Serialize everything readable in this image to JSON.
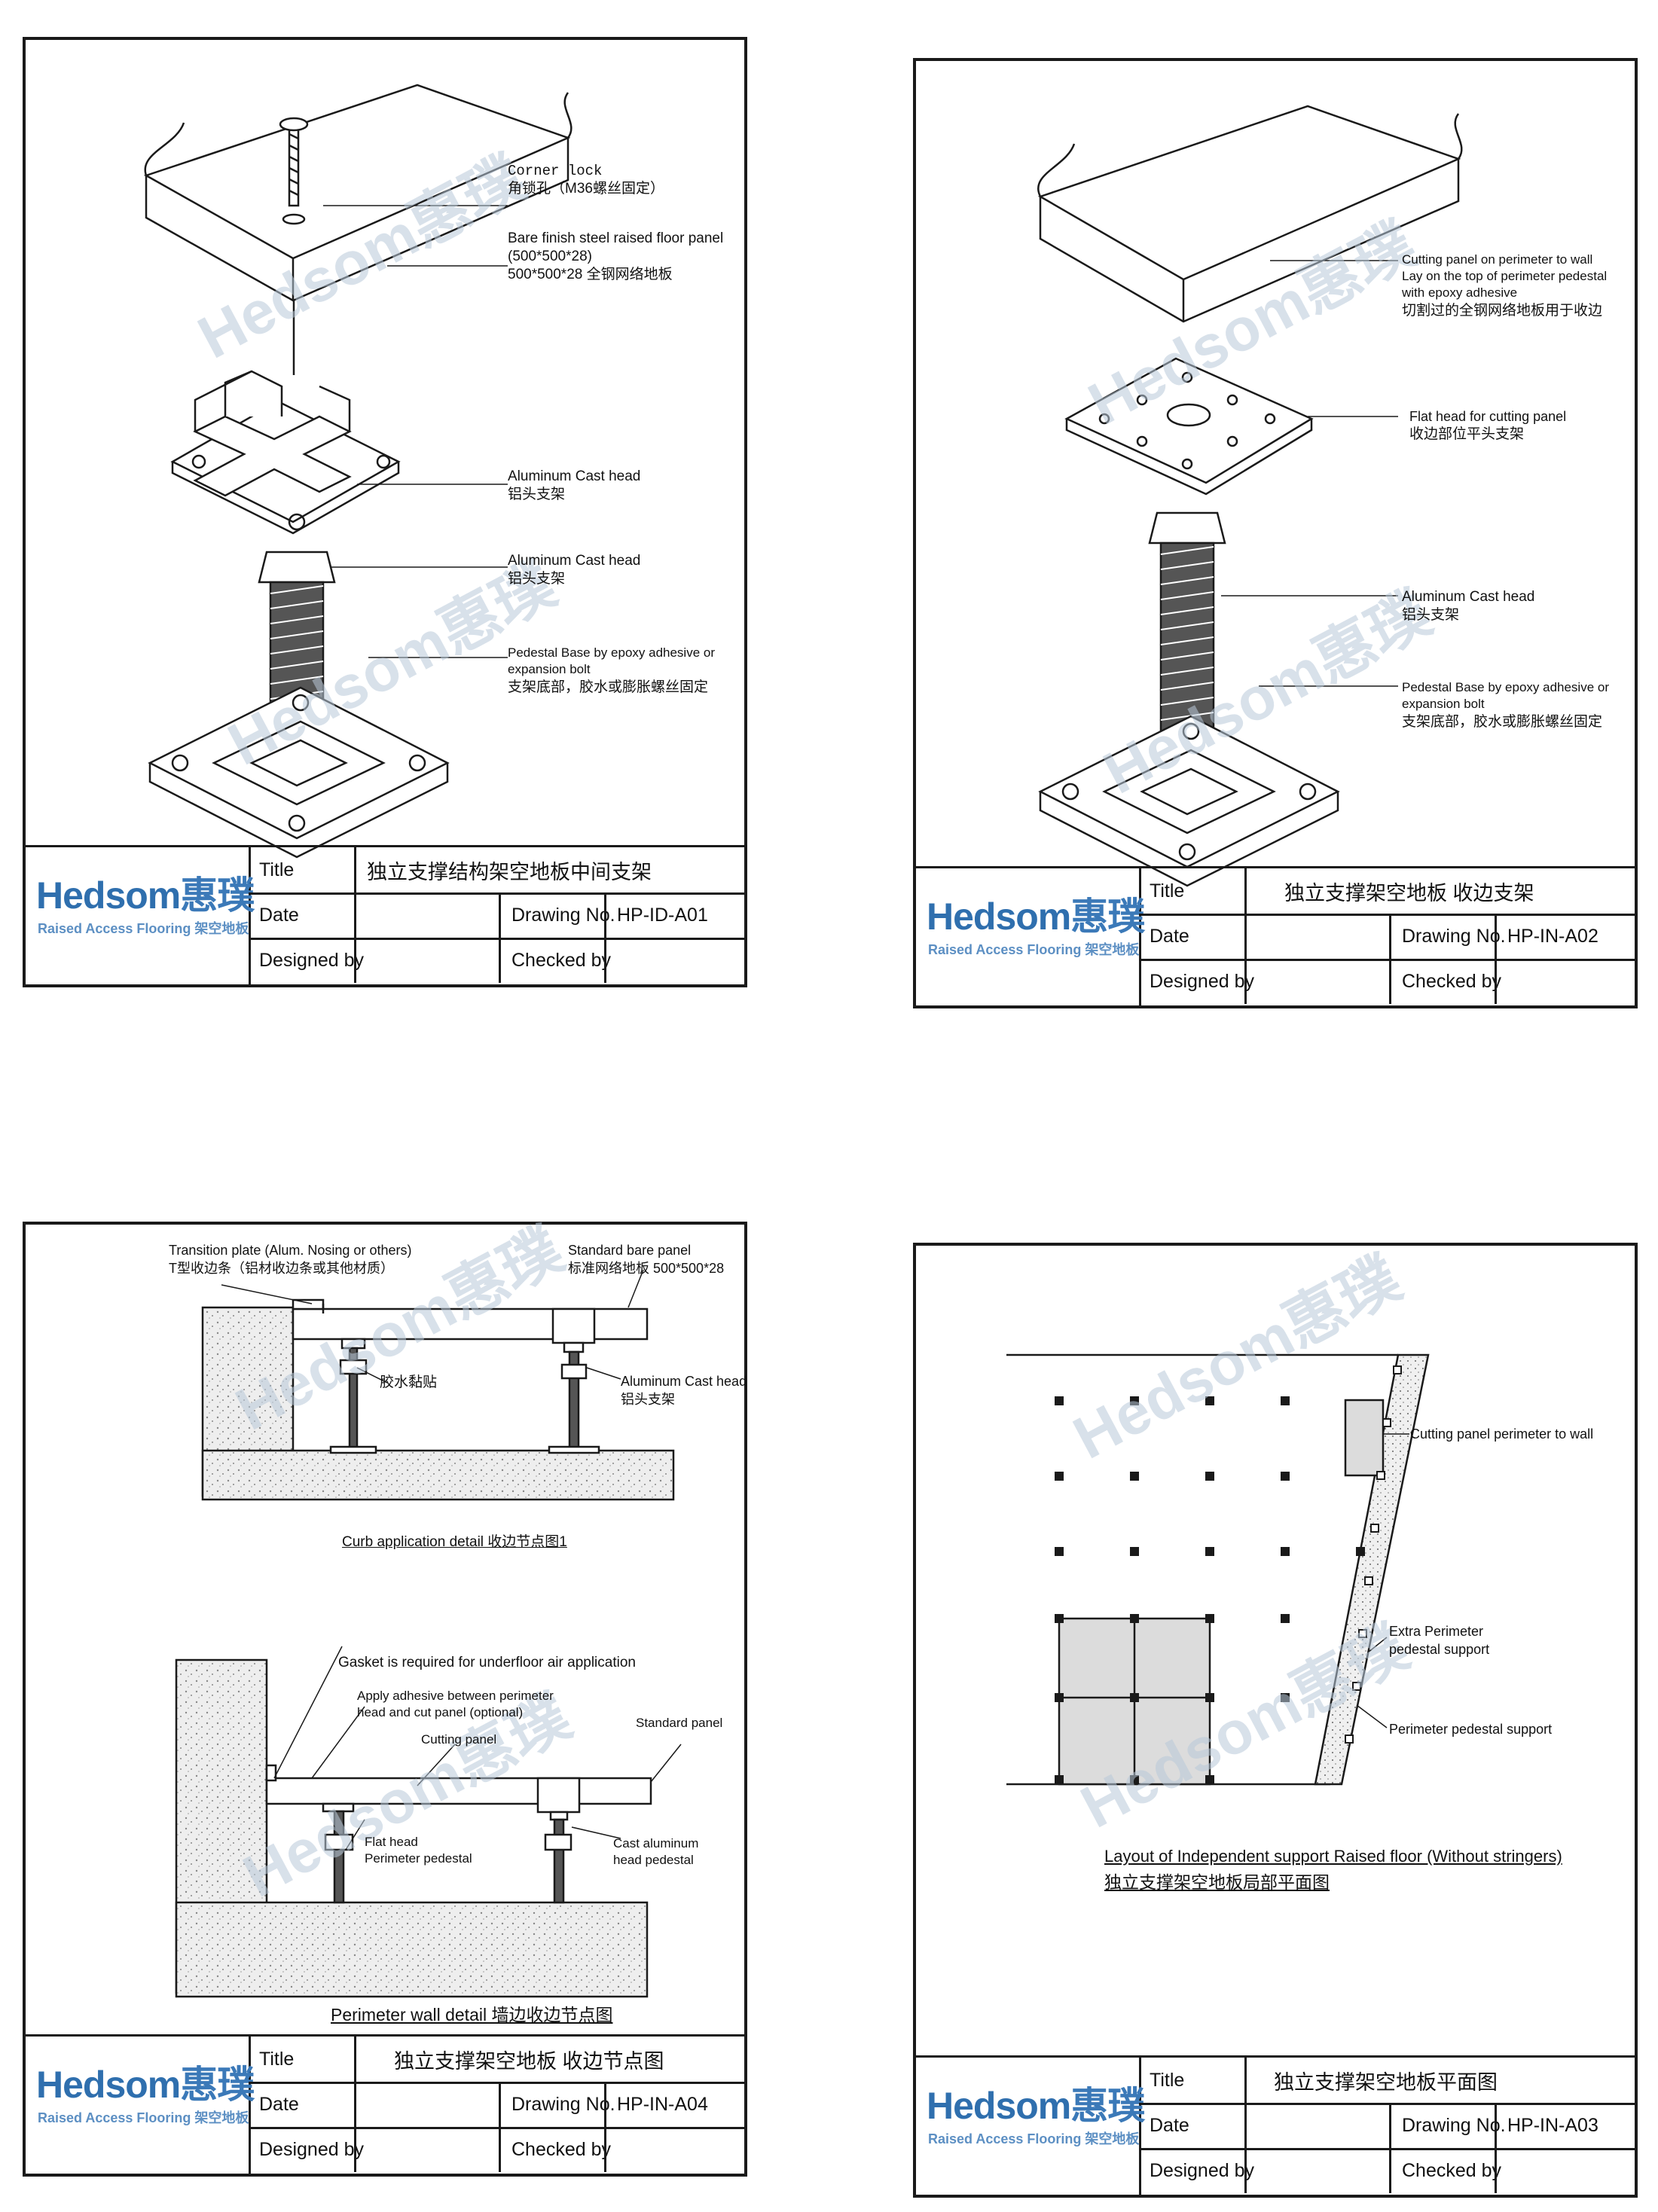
{
  "brand": {
    "name_latin": "Hedsom",
    "name_cn": "惠璞",
    "tagline": "Raised Access Flooring 架空地板",
    "watermark": "Hedsom惠璞"
  },
  "colors": {
    "brand_blue": "#2f6fae",
    "panel_gray": "#d9d9d9",
    "line": "#1a1a1a"
  },
  "title_block_labels": {
    "title": "Title",
    "date": "Date",
    "drawing_no": "Drawing No.",
    "designed_by": "Designed by",
    "checked_by": "Checked by"
  },
  "sheets": {
    "a01": {
      "title": "独立支撑结构架空地板中间支架",
      "drawing_no": "HP-ID-A01",
      "labels": {
        "corner_lock_en": "Corner lock",
        "corner_lock_cn": "角锁孔（M36螺丝固定）",
        "panel_en": "Bare finish steel raised floor panel",
        "panel_size": "(500*500*28)",
        "panel_cn": "500*500*28 全钢网络地板",
        "head_en": "Aluminum Cast head",
        "head_cn": "铝头支架",
        "nut_en": "Aluminum Cast head",
        "nut_cn": "铝头支架",
        "base_en1": "Pedestal Base by epoxy adhesive or",
        "base_en2": "expansion bolt",
        "base_cn": "支架底部，胶水或膨胀螺丝固定"
      }
    },
    "a02": {
      "title": "独立支撑架空地板  收边支架",
      "drawing_no": "HP-IN-A02",
      "labels": {
        "cut_en1": "Cutting panel on perimeter to wall",
        "cut_en2": "Lay on the top of perimeter pedestal",
        "cut_en3": "with epoxy adhesive",
        "cut_cn": "切割过的全钢网络地板用于收边",
        "flat_en": "Flat head for cutting panel",
        "flat_cn": "收边部位平头支架",
        "head_en": "Aluminum Cast head",
        "head_cn": "铝头支架",
        "base_en1": "Pedestal Base by epoxy adhesive or",
        "base_en2": "expansion bolt",
        "base_cn": "支架底部，胶水或膨胀螺丝固定"
      }
    },
    "a04": {
      "title": "独立支撑架空地板  收边节点图",
      "drawing_no": "HP-IN-A04",
      "labels": {
        "transition_en": "Transition plate (Alum. Nosing or others)",
        "transition_cn": "T型收边条（铝材收边条或其他材质）",
        "std_en": "Standard bare panel",
        "std_cn": "标准网络地板 500*500*28",
        "glue_cn": "胶水黏贴",
        "head_en": "Aluminum Cast head",
        "head_cn": "铝头支架",
        "curb_caption": "Curb application detail 收边节点图1",
        "gasket": "Gasket  is  required  for  underfloor  air  application",
        "adhesive1": "Apply  adhesive  between  perimeter",
        "adhesive2": "head  and  cut  panel  (optional)",
        "cutting": "Cutting  panel",
        "standard": "Standard  panel",
        "flat1": "Flat  head",
        "flat2": "Perimeter  pedestal",
        "cast1": "Cast  aluminum",
        "cast2": "head  pedestal",
        "wall_caption": "Perimeter  wall  detail  墙边收边节点图"
      }
    },
    "a03": {
      "title": "独立支撑架空地板平面图",
      "drawing_no": "HP-IN-A03",
      "labels": {
        "cut_wall": "Cutting panel perimeter to wall",
        "extra1": "Extra Perimeter",
        "extra2": "pedestal support",
        "perim": "Perimeter pedestal support",
        "caption1": "Layout of Independent support Raised floor (Without stringers)",
        "caption2": "独立支撑架空地板局部平面图"
      }
    }
  }
}
